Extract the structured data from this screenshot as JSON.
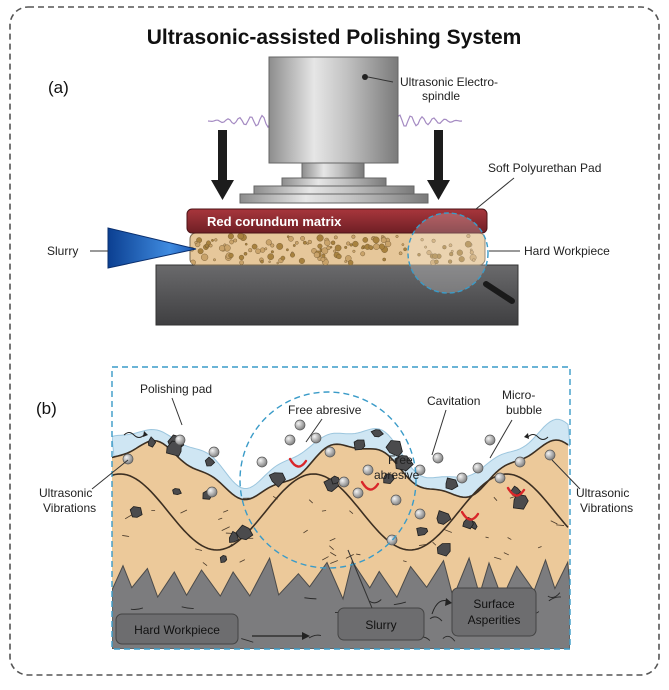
{
  "title": "Ultrasonic-assisted Polishing System",
  "panel_a": {
    "label": "(a)",
    "spindle_label": [
      "Ultrasonic Electro-",
      "spindle"
    ],
    "pad_label": "Soft Polyurethan Pad",
    "matrix_label": "Red corundum matrix",
    "slurry_label": "Slurry",
    "workpiece_label": "Hard Workpiece"
  },
  "panel_b": {
    "label": "(b)",
    "polishing_pad": "Polishing pad",
    "free_abrasive_1": "Free abresive",
    "free_abrasive_2": [
      "Free",
      "abresive"
    ],
    "cavitation": "Cavitation",
    "micro_bubble": [
      "Micro-",
      "bubble"
    ],
    "ultrasonic_left": [
      "Ultrasonic",
      "Vibrations"
    ],
    "ultrasonic_right": [
      "Ultrasonic",
      "Vibrations"
    ],
    "hard_workpiece": "Hard Workpiece",
    "slurry": "Slurry",
    "surface_asperities": [
      "Surface",
      "Asperities"
    ]
  },
  "colors": {
    "frame": "#555555",
    "spindle": "#b8b8b8",
    "matrix": "#8e2a30",
    "pad_tan": "#e6c79a",
    "workpiece": "#5e5e60",
    "slurry_cone": "#2f6fc4",
    "water": "#cfe6f3",
    "dashed_blue": "#3a9bc8",
    "bubble_red": "#d9262a"
  }
}
